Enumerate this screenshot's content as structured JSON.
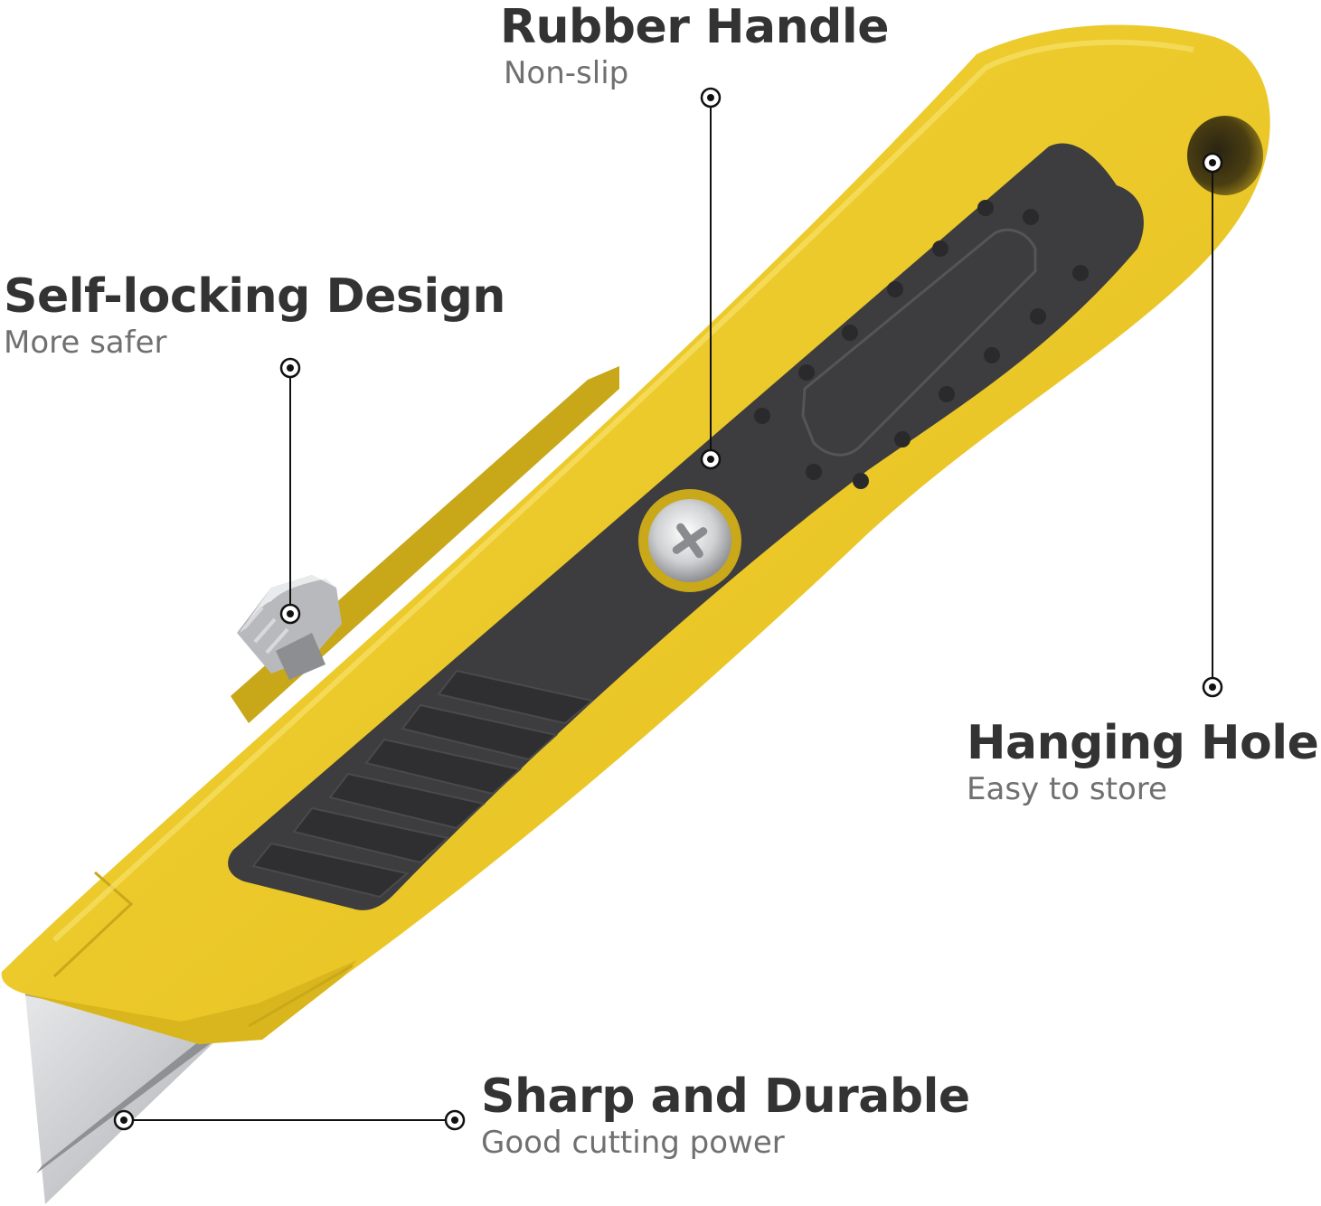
{
  "colors": {
    "body_yellow": "#ecc92a",
    "body_shade": "#c9a81a",
    "grip": "#3d3d3f",
    "blade": "#c7c8ca",
    "title_text": "#333333",
    "subtitle_text": "#707070"
  },
  "callouts": {
    "rubber_handle": {
      "title": "Rubber Handle",
      "subtitle": "Non-slip"
    },
    "self_locking": {
      "title": "Self-locking Design",
      "subtitle": "More safer"
    },
    "hanging_holes": {
      "title": "Hanging Holes",
      "subtitle": "Easy to store"
    },
    "sharp_durable": {
      "title": "Sharp and Durable",
      "subtitle": "Good cutting power"
    }
  }
}
